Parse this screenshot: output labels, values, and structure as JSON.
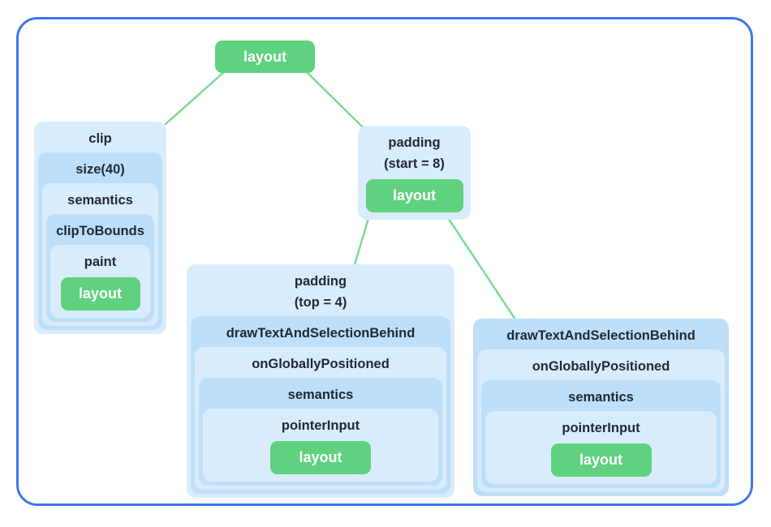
{
  "diagram": {
    "root": {
      "label": "layout"
    },
    "clip_tree": {
      "modifiers": [
        "clip",
        "size(40)",
        "semantics",
        "clipToBounds",
        "paint"
      ],
      "leaf_label": "layout"
    },
    "padding_start_tree": {
      "title_line1": "padding",
      "title_line2": "(start = 8)",
      "leaf_label": "layout"
    },
    "padding_top_tree": {
      "title_line1": "padding",
      "title_line2": "(top = 4)",
      "modifiers": [
        "drawTextAndSelectionBehind",
        "onGloballyPositioned",
        "semantics",
        "pointerInput"
      ],
      "leaf_label": "layout"
    },
    "drawtext_tree": {
      "modifiers": [
        "drawTextAndSelectionBehind",
        "onGloballyPositioned",
        "semantics",
        "pointerInput"
      ],
      "leaf_label": "layout"
    },
    "colors": {
      "frame_border": "#4075EF",
      "box_light": "#D9ECFC",
      "box_medium": "#BDDFFA",
      "node_green": "#5FD17F",
      "edge_green": "#7ADC90",
      "label_text": "#202A34"
    }
  }
}
